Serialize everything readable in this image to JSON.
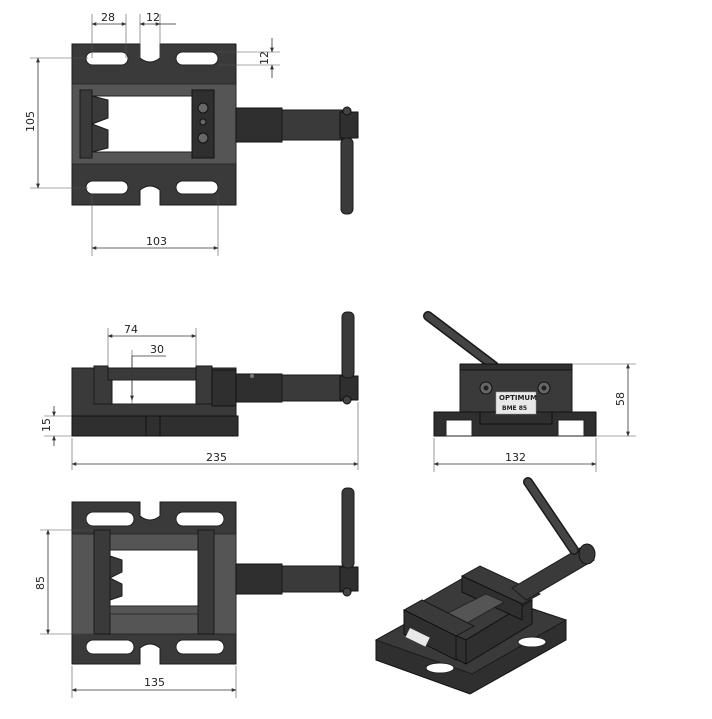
{
  "dimensions": {
    "top_slot_length": "28",
    "top_slot_gap": "12",
    "top_slot_height": "12",
    "top_height": "105",
    "top_bottom_width": "103",
    "front_jaw_open": "74",
    "front_jaw_depth": "30",
    "front_base_height": "15",
    "front_total_length": "235",
    "side_height": "58",
    "side_width": "132",
    "bottom_jaw_height": "85",
    "bottom_width": "135"
  },
  "label": {
    "brand": "OPTIMUM",
    "model": "BME 85"
  },
  "colors": {
    "metal": "#3a3a3a",
    "metal_dark": "#2f2f2f",
    "label_bg": "#e8e8e8",
    "line": "#333333"
  }
}
